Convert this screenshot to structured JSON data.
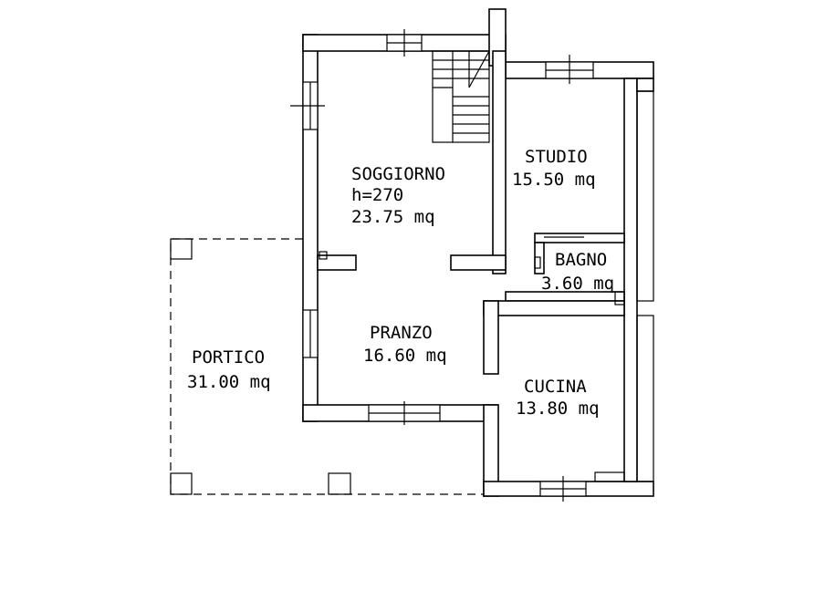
{
  "rooms": {
    "soggiorno": {
      "name": "SOGGIORNO",
      "height": "h=270",
      "area": "23.75 mq"
    },
    "studio": {
      "name": "STUDIO",
      "area": "15.50 mq"
    },
    "bagno": {
      "name": "BAGNO",
      "area": "3.60 mq"
    },
    "pranzo": {
      "name": "PRANZO",
      "area": "16.60 mq"
    },
    "portico": {
      "name": "PORTICO",
      "area": "31.00 mq"
    },
    "cucina": {
      "name": "CUCINA",
      "area": "13.80 mq"
    }
  }
}
